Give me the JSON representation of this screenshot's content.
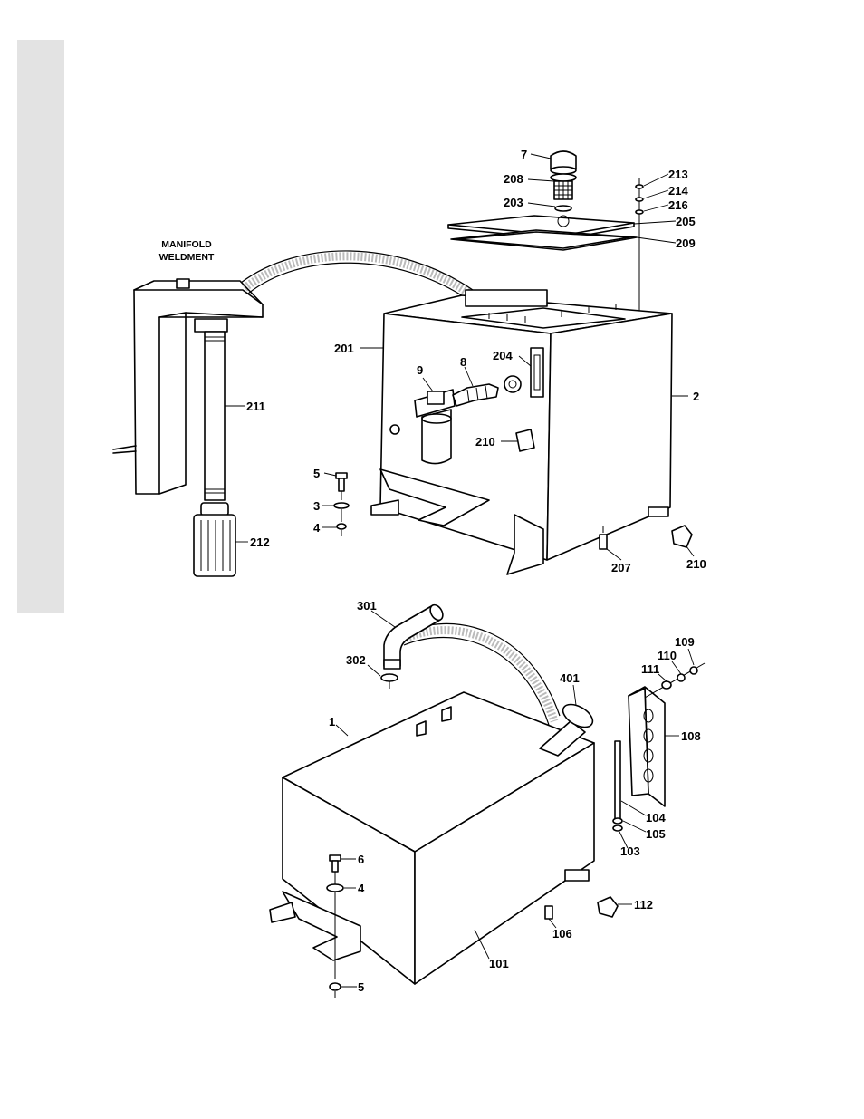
{
  "colors": {
    "sidebar": "#e3e3e3",
    "ink": "#000000",
    "paper": "#ffffff"
  },
  "upper_assembly": {
    "title_line1": "MANIFOLD",
    "title_line2": "WELDMENT",
    "labels": {
      "p7": "7",
      "p208": "208",
      "p203": "203",
      "p213": "213",
      "p214": "214",
      "p216": "216",
      "p205": "205",
      "p209": "209",
      "p201": "201",
      "p204": "204",
      "p9": "9",
      "p8": "8",
      "p2": "2",
      "p211": "211",
      "p210a": "210",
      "p5": "5",
      "p3": "3",
      "p4": "4",
      "p212": "212",
      "p207": "207",
      "p210b": "210"
    }
  },
  "lower_assembly": {
    "labels": {
      "p301": "301",
      "p302": "302",
      "p401": "401",
      "p109": "109",
      "p110": "110",
      "p111": "111",
      "p1": "1",
      "p108": "108",
      "p104": "104",
      "p105": "105",
      "p103": "103",
      "p6": "6",
      "p4": "4",
      "p112": "112",
      "p106": "106",
      "p101": "101",
      "p5": "5"
    }
  }
}
